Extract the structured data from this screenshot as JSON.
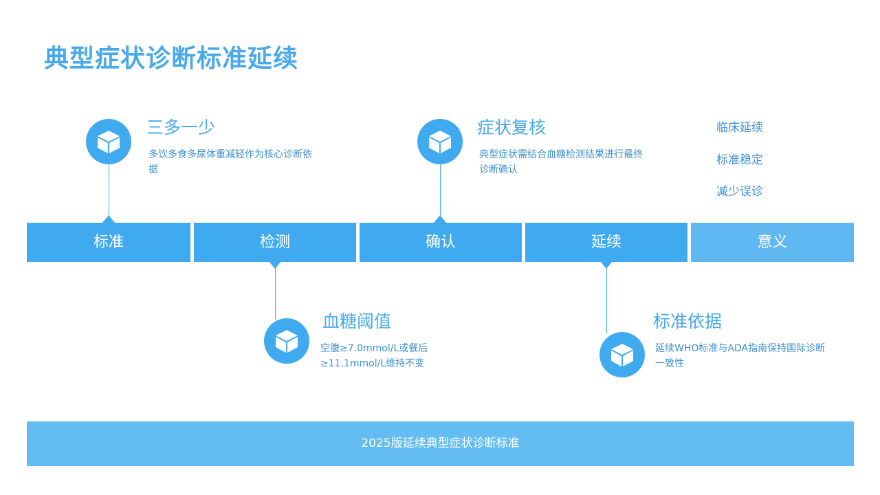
{
  "title": "典型症状诊断标准延续",
  "timeline": {
    "segments": [
      "标准",
      "检测",
      "确认",
      "延续",
      "意义"
    ]
  },
  "milestones": [
    {
      "title": "三多一少",
      "desc": "多饮多食多尿体重减轻作为核心诊断依据",
      "icon": "cube-icon"
    },
    {
      "title": "血糖阈值",
      "desc_line1": "空腹≥7.0mmol/L或餐后",
      "desc_line2": "≥11.1mmol/L维持不变",
      "icon": "cube-icon"
    },
    {
      "title": "症状复核",
      "desc": "典型症状需结合血糖检测结果进行最终诊断确认",
      "icon": "cube-icon"
    },
    {
      "title": "标准依据",
      "desc": "延续WHO标准与ADA指南保持国际诊断一致性",
      "icon": "cube-icon"
    }
  ],
  "significance": [
    "临床延续",
    "标准稳定",
    "减少误诊"
  ],
  "footer": "2025版延续典型症状诊断标准",
  "colors": {
    "accent": "#40aaf0",
    "accent_light": "#60b8f2",
    "footer_bg": "#63bdf3",
    "title": "#4aa9ea",
    "body_text": "#3d8fd0"
  }
}
